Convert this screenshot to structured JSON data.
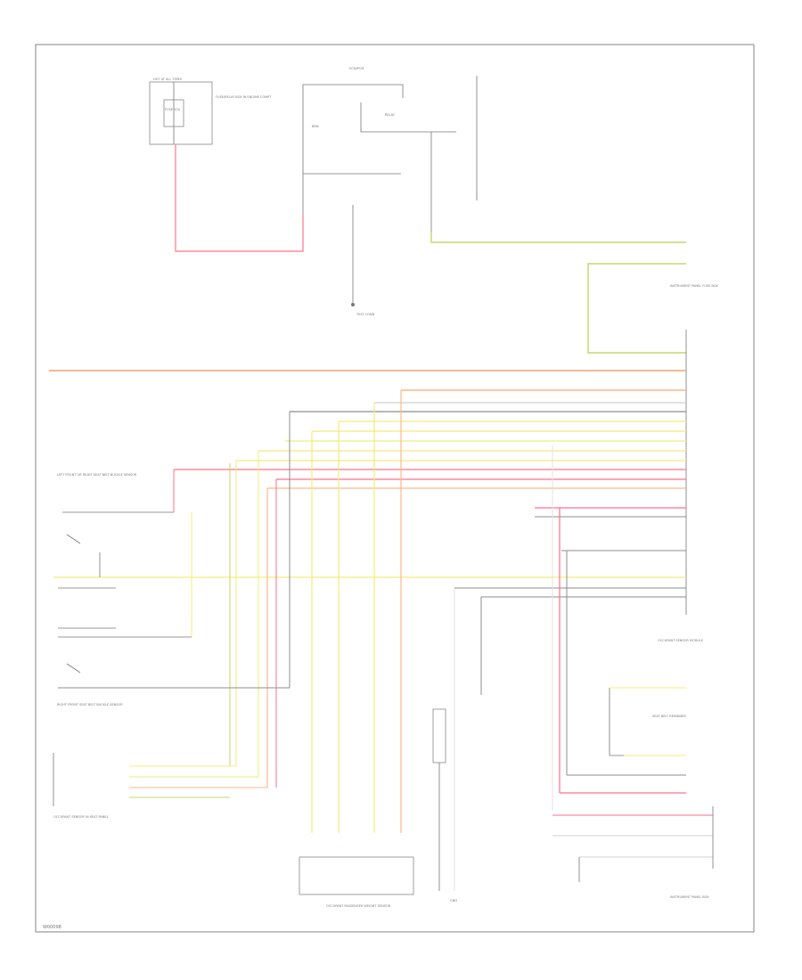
{
  "diagram": {
    "corner_id": "W00098",
    "top_module_label": "HOT AT ALL TIMES",
    "top_relay_label": "FUSE 10A",
    "top_note": "FUSE/RELAY BOX IN ENGINE COMPT",
    "left_sensor": "LEFT FRONT OR RIGHT SEAT BELT BUCKLE SENSOR",
    "right_sensor": "RIGHT FRONT SEAT BELT BUCKLE SENSOR",
    "bottom_left": "OCCUPANT SENSOR IN SEAT PANEL",
    "instrument_panel_top": "INSTRUMENT PANEL FUSE BOX",
    "occupant_module": "OCCUPANT SENSOR MODULE",
    "bottom_center": "OCCUPANT PASSENGER WEIGHT SENSOR",
    "bottom_right_module": "INSTRUMENT PANEL BOX",
    "mid_right_module": "SEAT BELT REMINDER"
  },
  "wire_colors": {
    "red": "#ff8a9c",
    "pink": "#ff6f8c",
    "orange": "#e6a873",
    "yellow": "#f2ec7a",
    "olive": "#c8d66a",
    "gray": "#8c8c8c",
    "peach": "#ffb88a"
  }
}
